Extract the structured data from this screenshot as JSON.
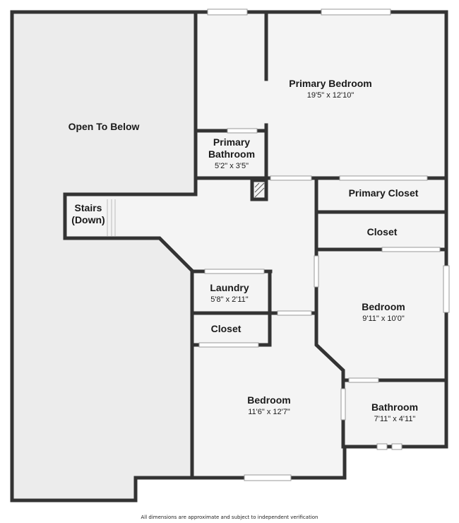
{
  "rooms": {
    "open_to_below": {
      "name": "Open To Below"
    },
    "primary_bedroom": {
      "name": "Primary Bedroom",
      "dims": "19'5\" x 12'10\""
    },
    "primary_bathroom": {
      "name_line1": "Primary",
      "name_line2": "Bathroom",
      "dims": "5'2\" x 3'5\""
    },
    "primary_closet": {
      "name": "Primary Closet"
    },
    "closet_right": {
      "name": "Closet"
    },
    "stairs": {
      "line1": "Stairs",
      "line2": "(Down)"
    },
    "laundry": {
      "name": "Laundry",
      "dims": "5'8\" x 2'11\""
    },
    "closet_center": {
      "name": "Closet"
    },
    "bedroom_right": {
      "name": "Bedroom",
      "dims": "9'11\" x 10'0\""
    },
    "bedroom_bottom": {
      "name": "Bedroom",
      "dims": "11'6\" x 12'7\""
    },
    "bathroom": {
      "name": "Bathroom",
      "dims": "7'11\" x 4'11\""
    }
  },
  "disclaimer": "All dimensions are approximate and subject to independent verification",
  "colors": {
    "wall": "#333333",
    "floor": "#f4f4f4",
    "open_area": "#efefef",
    "background": "#ffffff"
  }
}
